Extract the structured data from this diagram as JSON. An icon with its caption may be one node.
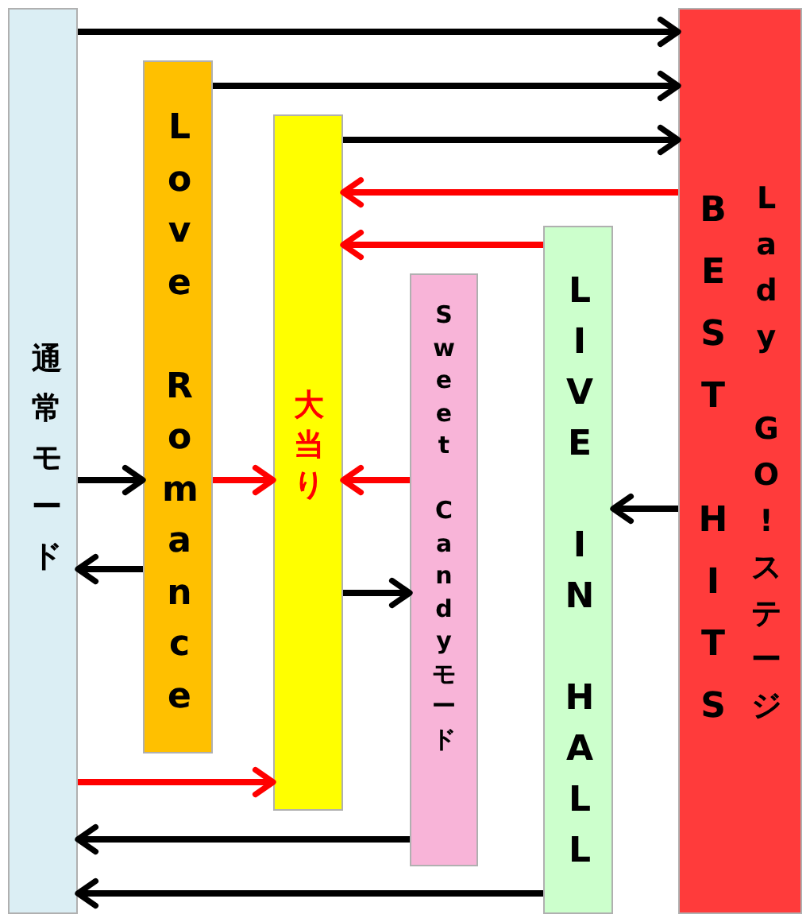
{
  "diagram": {
    "nodes": [
      {
        "text": [
          "通常モード"
        ]
      },
      {
        "text": [
          "Love Romance"
        ]
      },
      {
        "text": [
          "大当り"
        ]
      },
      {
        "text": [
          "Sweet Candyモード"
        ]
      },
      {
        "text": [
          "LIVE IN HALL"
        ]
      },
      {
        "text": [
          "BEST HITS",
          "Lady GO!ステージ"
        ]
      }
    ],
    "edges": [
      {
        "from": 0,
        "to": 5,
        "arrow": "to"
      },
      {
        "from": 1,
        "to": 5,
        "arrow": "to"
      },
      {
        "from": 2,
        "to": 5,
        "arrow": "to"
      },
      {
        "from": 5,
        "to": 2,
        "arrow": "to",
        "color": "#ff0000"
      },
      {
        "from": 4,
        "to": 2,
        "arrow": "to",
        "color": "#ff0000"
      },
      {
        "from": 0,
        "to": 1,
        "arrow": "to"
      },
      {
        "from": 1,
        "to": 2,
        "arrow": "to",
        "color": "#ff0000"
      },
      {
        "from": 3,
        "to": 2,
        "arrow": "to",
        "color": "#ff0000"
      },
      {
        "from": 5,
        "to": 4,
        "arrow": "to"
      },
      {
        "from": 1,
        "to": 0,
        "arrow": "to"
      },
      {
        "from": 2,
        "to": 3,
        "arrow": "to"
      },
      {
        "from": 0,
        "to": 2,
        "arrow": "to",
        "color": "#ff0000"
      },
      {
        "from": 3,
        "to": 0,
        "arrow": "to"
      },
      {
        "from": 4,
        "to": 0,
        "arrow": "to"
      }
    ]
  }
}
